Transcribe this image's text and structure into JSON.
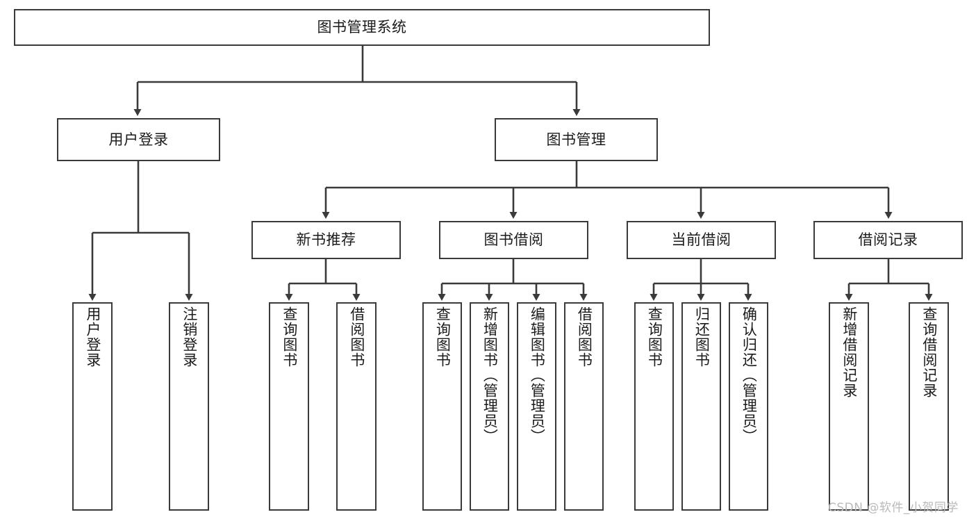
{
  "diagram": {
    "type": "tree-hierarchy",
    "title": "图书管理系统",
    "orientation": "top-down",
    "edge_color": "#3a3a3a",
    "box_border_color": "#3a3a3a",
    "box_fill": "#ffffff",
    "text_color": "#1b1b1b"
  },
  "root": {
    "label": "图书管理系统"
  },
  "level2": [
    {
      "label": "用户登录"
    },
    {
      "label": "图书管理"
    }
  ],
  "level3": [
    {
      "label": "新书推荐"
    },
    {
      "label": "图书借阅"
    },
    {
      "label": "当前借阅"
    },
    {
      "label": "借阅记录"
    }
  ],
  "leaves": {
    "user_login": [
      {
        "label": "用户登录"
      },
      {
        "label": "注销登录"
      }
    ],
    "new_book_recommend": [
      {
        "label": "查询图书"
      },
      {
        "label": "借阅图书"
      }
    ],
    "book_borrow": [
      {
        "label": "查询图书"
      },
      {
        "label": "新增图书（管理员）"
      },
      {
        "label": "编辑图书（管理员）"
      },
      {
        "label": "借阅图书"
      }
    ],
    "current_borrow": [
      {
        "label": "查询图书"
      },
      {
        "label": "归还图书"
      },
      {
        "label": "确认归还（管理员）"
      }
    ],
    "borrow_record": [
      {
        "label": "新增借阅记录"
      },
      {
        "label": "查询借阅记录"
      }
    ]
  },
  "watermark": {
    "text": "CSDN @软件_小贺同学"
  }
}
